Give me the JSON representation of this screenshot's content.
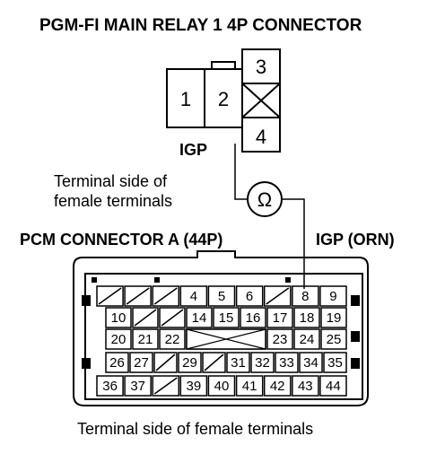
{
  "titles": {
    "relay": "PGM-FI MAIN RELAY 1 4P CONNECTOR",
    "pcm": "PCM CONNECTOR A (44P)",
    "igp_relay": "IGP",
    "igp_pcm": "IGP (ORN)",
    "terminal_side_line1": "Terminal side of",
    "terminal_side_line2": "female terminals",
    "bottom_caption": "Terminal side of female terminals"
  },
  "meter": {
    "symbol": "Ω",
    "icon": "ohmmeter-icon"
  },
  "relay_terminals": [
    {
      "label": "1"
    },
    {
      "label": "2"
    },
    {
      "label": "3"
    },
    {
      "label": "",
      "empty": true
    },
    {
      "label": "4"
    }
  ],
  "pcm_rows": [
    [
      "",
      "",
      "",
      "4",
      "5",
      "6",
      "",
      "8",
      "9"
    ],
    [
      "10",
      "",
      "",
      "14",
      "15",
      "16",
      "17",
      "18",
      "19"
    ],
    [
      "20",
      "21",
      "22",
      "",
      "",
      "",
      "23",
      "24",
      "25"
    ],
    [
      "26",
      "27",
      "",
      "29",
      "",
      "31",
      "32",
      "33",
      "34",
      "35"
    ],
    [
      "36",
      "37",
      "",
      "39",
      "40",
      "41",
      "42",
      "43",
      "44"
    ]
  ]
}
